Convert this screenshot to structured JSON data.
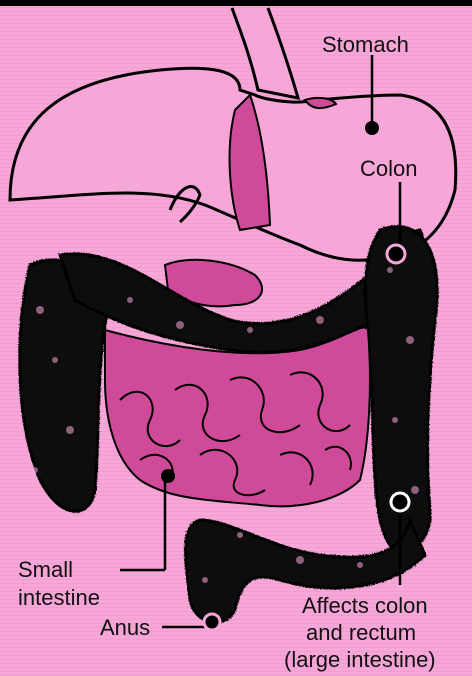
{
  "labels": {
    "stomach": "Stomach",
    "colon": "Colon",
    "small_intestine_line1": "Small",
    "small_intestine_line2": "intestine",
    "anus": "Anus",
    "affects_line1": "Affects colon",
    "affects_line2": "and rectum",
    "affects_line3": "(large intestine)"
  },
  "colors": {
    "background": "#f7a6d8",
    "organ_magenta": "#d04a9a",
    "stomach_fill": "#f7a6d8",
    "colon_texture": "#111111",
    "outline": "#000000"
  }
}
